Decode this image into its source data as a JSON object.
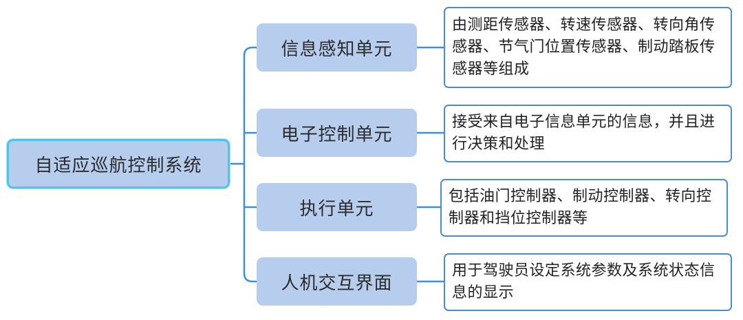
{
  "root": {
    "label": "自适应巡航控制系统"
  },
  "branches": [
    {
      "label": "信息感知单元",
      "detail": "由测距传感器、转速传感器、转向角传感器、节气门位置传感器、制动踏板传感器等组成"
    },
    {
      "label": "电子控制单元",
      "detail": "接受来自电子信息单元的信息，并且进行决策和处理"
    },
    {
      "label": "执行单元",
      "detail": "包括油门控制器、制动控制器、转向控制器和挡位控制器等"
    },
    {
      "label": "人机交互界面",
      "detail": "用于驾驶员设定系统参数及系统状态信息的显示"
    }
  ],
  "colors": {
    "node_fill": "#b7cdee",
    "root_border": "#4fc3e9",
    "leaf_border": "#4a88d8",
    "connector": "#3b8fe0"
  }
}
